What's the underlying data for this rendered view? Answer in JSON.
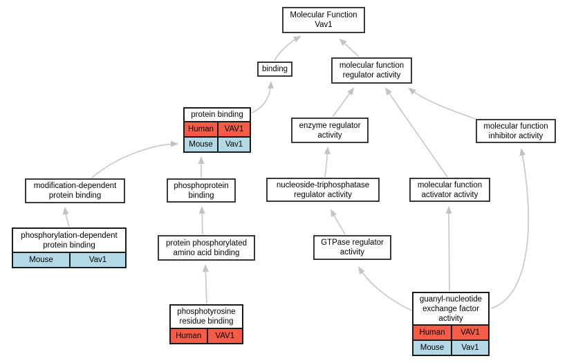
{
  "colors": {
    "human_row": "#f45c48",
    "mouse_row": "#b3d9e6",
    "edge": "#c9c9c9",
    "node_border": "#383838",
    "table_border": "#1a1a1a",
    "background": "#ffffff",
    "text": "#000000"
  },
  "nodes": [
    {
      "id": "mf-vav1",
      "label": "Molecular Function\nVav1"
    },
    {
      "id": "binding",
      "label": "binding"
    },
    {
      "id": "mf-regulator",
      "label": "molecular function\nregulator activity"
    },
    {
      "id": "protein-binding",
      "label": "protein binding",
      "rows": [
        {
          "species": "Human",
          "gene": "VAV1",
          "color": "human_row"
        },
        {
          "species": "Mouse",
          "gene": "Vav1",
          "color": "mouse_row"
        }
      ]
    },
    {
      "id": "enzyme-regulator",
      "label": "enzyme regulator\nactivity"
    },
    {
      "id": "mf-inhibitor",
      "label": "molecular function\ninhibitor activity"
    },
    {
      "id": "mod-dep-binding",
      "label": "modification-dependent\nprotein binding"
    },
    {
      "id": "phosphoprotein-binding",
      "label": "phosphoprotein\nbinding"
    },
    {
      "id": "ntpase-regulator",
      "label": "nucleoside-triphosphatase\nregulator activity"
    },
    {
      "id": "mf-activator",
      "label": "molecular function\nactivator activity"
    },
    {
      "id": "phosphorylation-dep-binding",
      "label": "phosphorylation-dependent\nprotein binding",
      "rows": [
        {
          "species": "Mouse",
          "gene": "Vav1",
          "color": "mouse_row"
        }
      ]
    },
    {
      "id": "prot-phos-aa-binding",
      "label": "protein phosphorylated\namino acid binding"
    },
    {
      "id": "gtpase-regulator",
      "label": "GTPase regulator\nactivity"
    },
    {
      "id": "phosphotyrosine-binding",
      "label": "phosphotyrosine\nresidue binding",
      "rows": [
        {
          "species": "Human",
          "gene": "VAV1",
          "color": "human_row"
        }
      ]
    },
    {
      "id": "gef-activity",
      "label": "guanyl-nucleotide\nexchange factor\nactivity",
      "rows": [
        {
          "species": "Human",
          "gene": "VAV1",
          "color": "human_row"
        },
        {
          "species": "Mouse",
          "gene": "Vav1",
          "color": "mouse_row"
        }
      ]
    }
  ],
  "edges": [
    {
      "from": "binding",
      "to": "mf-vav1"
    },
    {
      "from": "mf-regulator",
      "to": "mf-vav1"
    },
    {
      "from": "protein-binding",
      "to": "binding"
    },
    {
      "from": "enzyme-regulator",
      "to": "mf-regulator"
    },
    {
      "from": "mf-activator",
      "to": "mf-regulator"
    },
    {
      "from": "mf-inhibitor",
      "to": "mf-regulator"
    },
    {
      "from": "mod-dep-binding",
      "to": "protein-binding"
    },
    {
      "from": "phosphoprotein-binding",
      "to": "protein-binding"
    },
    {
      "from": "ntpase-regulator",
      "to": "enzyme-regulator"
    },
    {
      "from": "phosphorylation-dep-binding",
      "to": "mod-dep-binding"
    },
    {
      "from": "prot-phos-aa-binding",
      "to": "phosphoprotein-binding"
    },
    {
      "from": "gtpase-regulator",
      "to": "ntpase-regulator"
    },
    {
      "from": "phosphotyrosine-binding",
      "to": "prot-phos-aa-binding"
    },
    {
      "from": "gef-activity",
      "to": "gtpase-regulator"
    },
    {
      "from": "gef-activity",
      "to": "mf-activator"
    },
    {
      "from": "gef-activity",
      "to": "mf-inhibitor"
    }
  ]
}
